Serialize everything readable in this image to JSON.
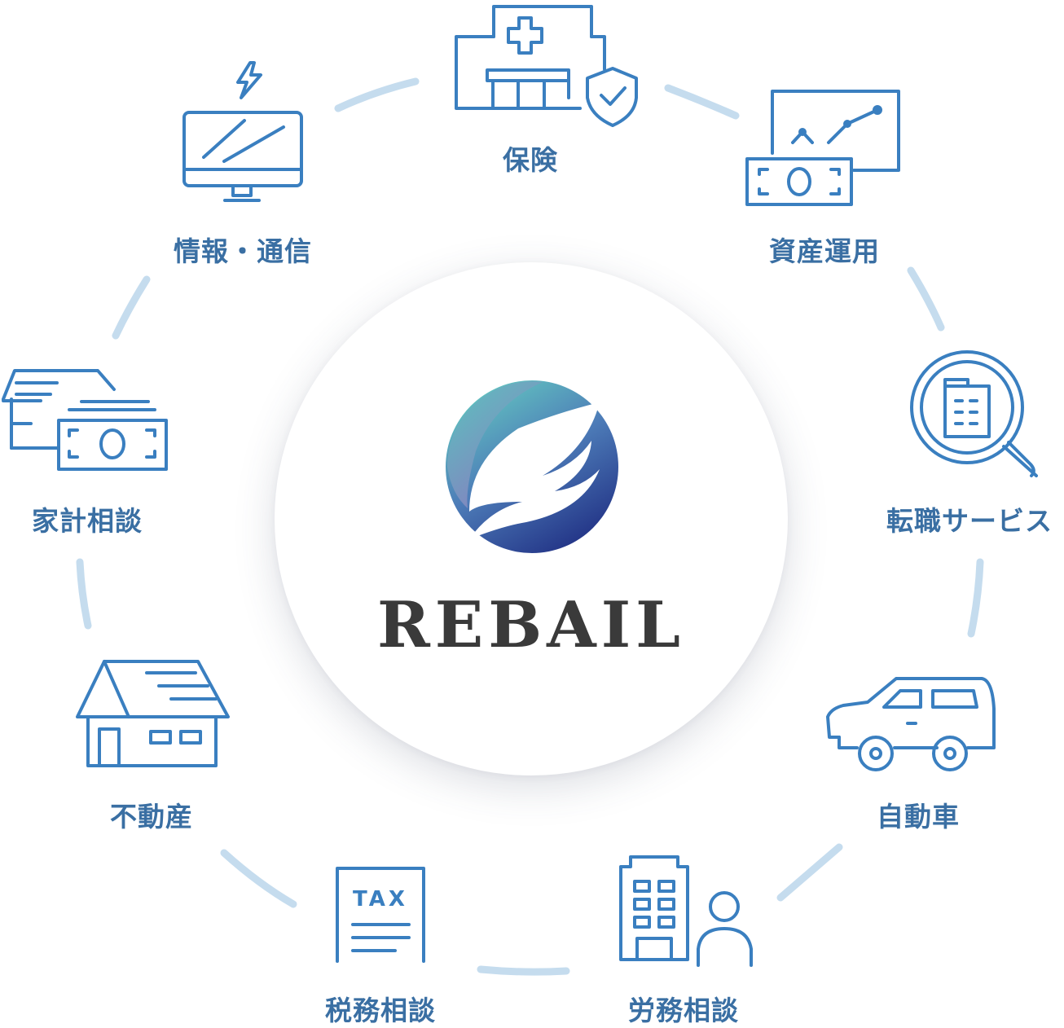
{
  "brand": {
    "name": "REBAIL"
  },
  "services": [
    {
      "id": "insurance",
      "label": "保険",
      "icon": "hospital-shield-icon"
    },
    {
      "id": "asset",
      "label": "資産運用",
      "icon": "chart-money-icon"
    },
    {
      "id": "job",
      "label": "転職サービス",
      "icon": "building-magnifier-icon"
    },
    {
      "id": "car",
      "label": "自動車",
      "icon": "car-icon"
    },
    {
      "id": "labor",
      "label": "労務相談",
      "icon": "office-person-icon"
    },
    {
      "id": "tax",
      "label": "税務相談",
      "icon": "tax-document-icon"
    },
    {
      "id": "realestate",
      "label": "不動産",
      "icon": "house-icon"
    },
    {
      "id": "household",
      "label": "家計相談",
      "icon": "house-money-icon"
    },
    {
      "id": "info",
      "label": "情報・通信",
      "icon": "monitor-lightning-icon"
    }
  ],
  "tax_icon_text": "TAX",
  "colors": {
    "icon_stroke": "#3a7fc0",
    "label": "#3a6fa3",
    "ring": "#c5dcee",
    "brand_text": "#3a3a3a",
    "logo_teal": "#63c6c0",
    "logo_purple": "#8a7fc0",
    "logo_navy": "#1d2a80"
  }
}
